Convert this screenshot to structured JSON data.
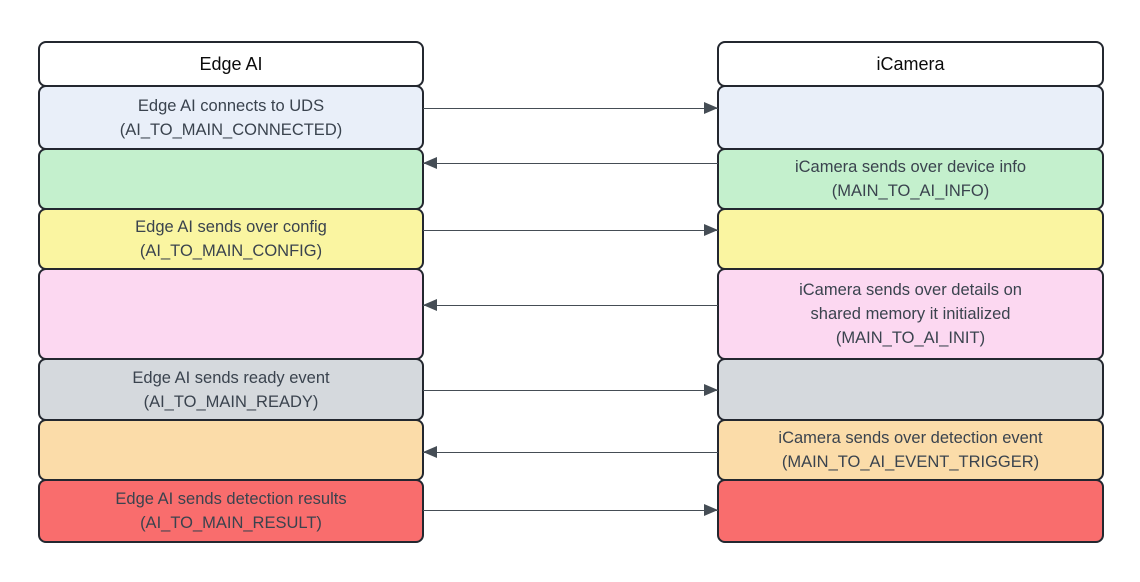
{
  "palette": {
    "border": "#23272f",
    "text": "#3a434e",
    "arrow": "#454d55",
    "header_bg": "#ffffff",
    "row_blue": "#e9eff9",
    "row_green": "#c4f0cd",
    "row_yellow": "#faf5a1",
    "row_pink": "#fcd8f1",
    "row_gray": "#d5d9dd",
    "row_orange": "#fbdca9",
    "row_red": "#f96d6d"
  },
  "diagram": {
    "left_header": "Edge AI",
    "right_header": "iCamera",
    "rows": [
      {
        "name": "connected",
        "color": "#e9eff9",
        "direction": "left-to-right",
        "left_lines": [
          "Edge AI connects to UDS",
          "(AI_TO_MAIN_CONNECTED)"
        ],
        "right_lines": []
      },
      {
        "name": "device-info",
        "color": "#c4f0cd",
        "direction": "right-to-left",
        "left_lines": [],
        "right_lines": [
          "iCamera sends over device info",
          "(MAIN_TO_AI_INFO)"
        ]
      },
      {
        "name": "config",
        "color": "#faf5a1",
        "direction": "left-to-right",
        "left_lines": [
          "Edge AI sends over config",
          "(AI_TO_MAIN_CONFIG)"
        ],
        "right_lines": []
      },
      {
        "name": "shared-memory-init",
        "color": "#fcd8f1",
        "direction": "right-to-left",
        "left_lines": [],
        "right_lines": [
          "iCamera sends over details on",
          "shared memory it initialized",
          "(MAIN_TO_AI_INIT)"
        ]
      },
      {
        "name": "ready",
        "color": "#d5d9dd",
        "direction": "left-to-right",
        "left_lines": [
          "Edge AI sends ready event",
          "(AI_TO_MAIN_READY)"
        ],
        "right_lines": []
      },
      {
        "name": "detection-event",
        "color": "#fbdca9",
        "direction": "right-to-left",
        "left_lines": [],
        "right_lines": [
          "iCamera sends over detection event",
          "(MAIN_TO_AI_EVENT_TRIGGER)"
        ]
      },
      {
        "name": "detection-results",
        "color": "#f96d6d",
        "direction": "left-to-right",
        "left_lines": [
          "Edge AI sends detection results",
          "(AI_TO_MAIN_RESULT)"
        ],
        "right_lines": []
      }
    ]
  }
}
